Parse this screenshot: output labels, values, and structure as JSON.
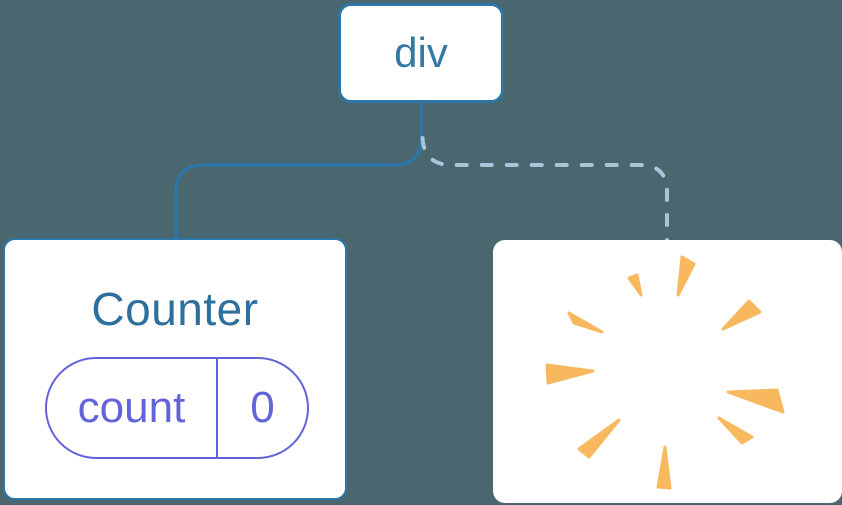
{
  "diagram": {
    "description": "React component tree: div root keeps Counter with state, second child removed with a poof",
    "background": "#4A6770",
    "colors": {
      "background": "#4A6770",
      "node-bg": "#FFFFFF",
      "edge": "#2D76A7",
      "edge-dashed": "#A8C5DA",
      "div-text": "#3478A4",
      "node-text": "#2F6F9E",
      "pill": "#6363DA",
      "poof": "#F8B85E"
    },
    "root": {
      "label": "div"
    },
    "edges": [
      {
        "from": "div",
        "to": "Counter",
        "style": "solid"
      },
      {
        "from": "div",
        "to": "removed-node",
        "style": "dashed"
      }
    ],
    "counter": {
      "title": "Counter",
      "state": {
        "key": "count",
        "value": "0"
      }
    },
    "poof": {
      "icon": "poof-burst-icon",
      "rays": [
        "189,17 201,24 185,55",
        "136,38 144,35 148,55",
        "256,61 267,72 230,89",
        "76,73 81,83 109,92",
        "54,125 55,143 100,131",
        "235,152 284,150 290,172",
        "226,178 249,203 259,197",
        "126,180 86,209 96,217",
        "172,207 165,247 177,248"
      ]
    }
  }
}
